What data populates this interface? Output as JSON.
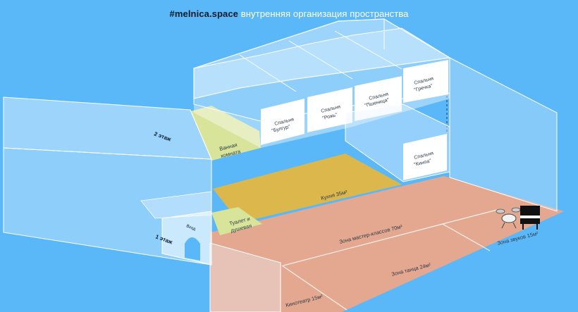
{
  "header": {
    "brand": "#melnica.space",
    "subtitle": "внутренняя организация пространства"
  },
  "floors": {
    "floor2": "2 этаж",
    "floor1": "1 этаж"
  },
  "entrance": "Вход",
  "rooms": {
    "bath": [
      "Ванная",
      "комната"
    ],
    "toilet": [
      "Туалет и",
      "душевая"
    ],
    "kitchen": "Кухня 35м²",
    "master": "Зона мастер-классов 70м²",
    "dance": "Зона танца 24м²",
    "cinema": "Кинотеатр 15м²",
    "sound": "Зона звуков 15м²"
  },
  "bedrooms": {
    "bulgur": [
      "Спальня",
      "\"Булгур\""
    ],
    "rozh": [
      "Спальня",
      "\"Рожь\""
    ],
    "pshenitsa": [
      "Спальня",
      "\"Пшеница\""
    ],
    "grechka": [
      "Спальня",
      "\"Гречка\""
    ],
    "kinoa": [
      "Спальня",
      "\"Киноа\""
    ]
  },
  "colors": {
    "background": "#5bb8f8",
    "floor": "#e4a890",
    "kitchen": "#dcb84c",
    "bath": "#d8e49a",
    "glass": "#eaf6ff"
  }
}
